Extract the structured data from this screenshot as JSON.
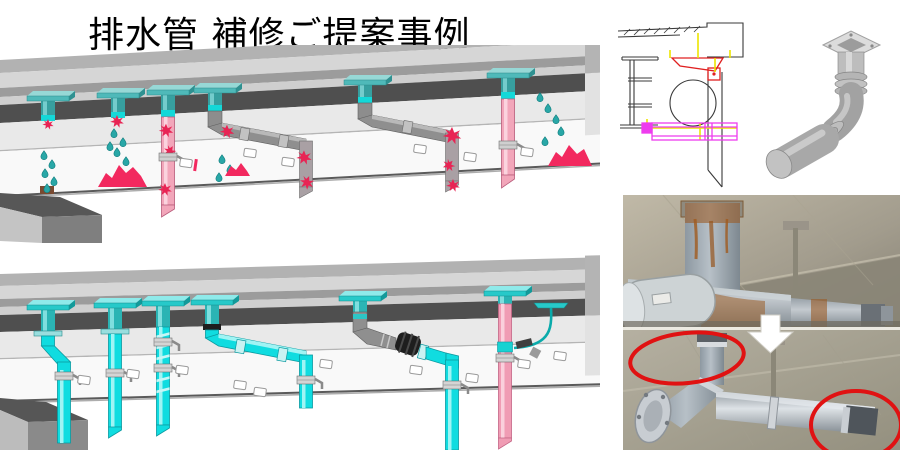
{
  "page": {
    "title": "排水管 補修ご提案事例",
    "background": "#ffffff"
  },
  "palette": {
    "damaged_pipe_pink": "#f2a6ba",
    "damage_red": "#e82454",
    "leak_puddle_red": "#f2295f",
    "repaired_pipe_cyan": "#10dce0",
    "funnel_teal": "#4fb9b9",
    "drip_teal": "#29a7a7",
    "deck_dark_gray": "#4f4f4f",
    "pier_gray": "#7f7f7f",
    "flexible_joint_black": "#1e1e1e",
    "cad_outline_red": "#e02020",
    "cad_guide_yellow": "#ece400",
    "cad_pipe_magenta": "#ee3cee",
    "photo_highlight_red": "#e01212",
    "rust_orange": "#9b5c26",
    "new_pipe_silver": "#b5bac0"
  },
  "icons": {
    "water_drop": "teal teardrop glyph",
    "damage_burst": "red jagged star",
    "down_arrow": "white thick down arrow",
    "highlight_ellipse": "red ellipse outline"
  },
  "sections": {
    "diagram_damaged": {
      "funnel_count": 6,
      "leak_puddle_count": 3
    },
    "diagram_repaired": {
      "funnel_count": 7
    },
    "photo_highlight_count": 2
  }
}
